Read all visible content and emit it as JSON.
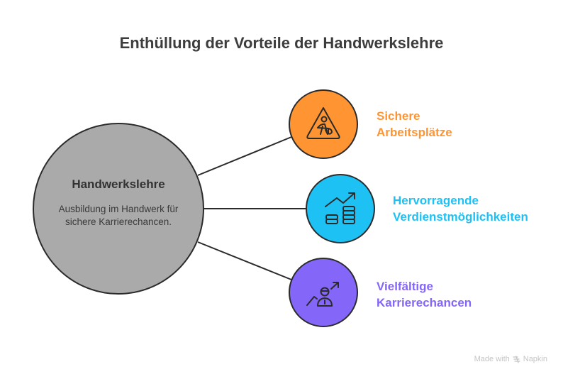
{
  "title": "Enthüllung der Vorteile der Handwerkslehre",
  "center": {
    "title": "Handwerkslehre",
    "description": "Ausbildung im Handwerk für sichere Karrierechancen.",
    "fill": "#aaaaaa"
  },
  "branches": [
    {
      "icon": "construction-worker-sign-icon",
      "color": "#ff9433",
      "line1": "Sichere",
      "line2": "Arbeitsplätze"
    },
    {
      "icon": "rising-coins-chart-icon",
      "color": "#1ec1f4",
      "line1": "Hervorragende",
      "line2": "Verdienstmöglichkeiten"
    },
    {
      "icon": "career-growth-person-icon",
      "color": "#8466f9",
      "line1": "Vielfältige",
      "line2": "Karrierechancen"
    }
  ],
  "watermark": {
    "prefix": "Made with",
    "brand": "Napkin"
  }
}
